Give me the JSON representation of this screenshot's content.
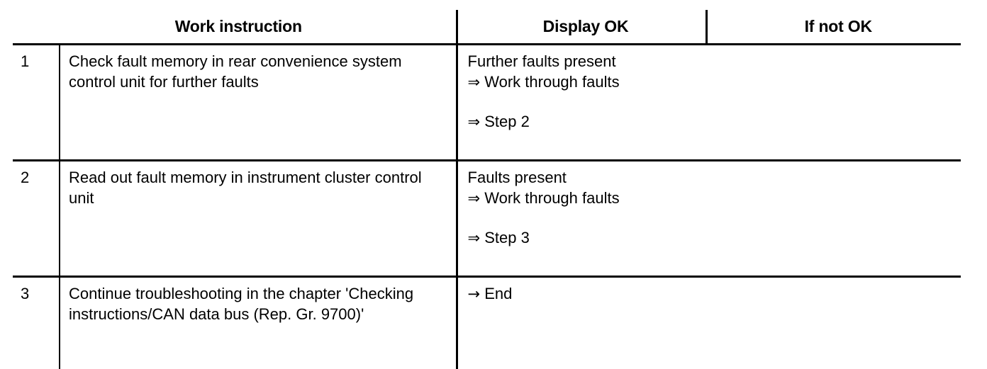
{
  "table": {
    "headers": {
      "instruction": "Work instruction",
      "display_ok": "Display OK",
      "if_not_ok": "If not OK"
    },
    "rows": [
      {
        "step": "1",
        "instruction": "Check fault memory in rear convenience system control unit for further faults",
        "display_ok": {
          "line1": "Further faults present",
          "arrow2": "⇒",
          "line2": "Work through faults",
          "arrow3": "⇒",
          "line3": "Step 2"
        },
        "if_not_ok": ""
      },
      {
        "step": "2",
        "instruction": "Read out fault memory in instrument cluster control unit",
        "display_ok": {
          "line1": "Faults present",
          "arrow2": "⇒",
          "line2": "Work through faults",
          "arrow3": "⇒",
          "line3": "Step 3"
        },
        "if_not_ok": ""
      },
      {
        "step": "3",
        "instruction": "Continue troubleshooting in the chapter 'Checking instructions/CAN data bus (Rep. Gr. 9700)'",
        "display_ok": {
          "line1": "",
          "arrow2": "→",
          "line2": "End",
          "arrow3": "",
          "line3": ""
        },
        "if_not_ok": ""
      }
    ]
  },
  "colors": {
    "border": "#000000",
    "text": "#000000",
    "background": "#ffffff"
  }
}
